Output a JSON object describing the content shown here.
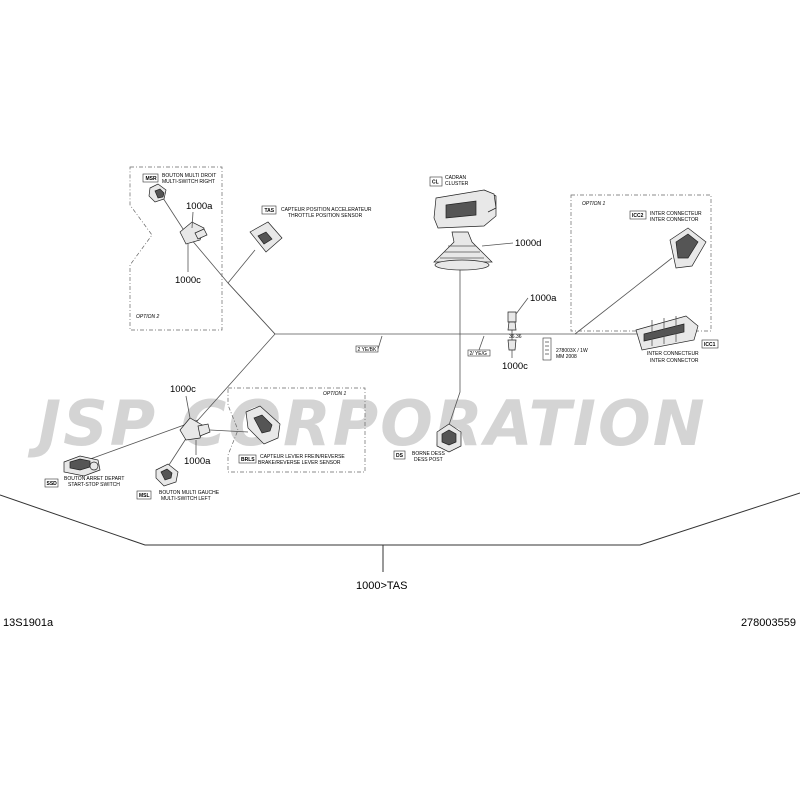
{
  "watermark": "JSP CORPORATION",
  "figure_code": "13S1901a",
  "part_number": "278003559",
  "assembly_label": "1000>TAS",
  "options": {
    "option2": "OPTION 2",
    "option1_top": "OPTION 1",
    "option1_mid": "OPTION 1"
  },
  "components": {
    "msr": {
      "code": "MSR",
      "fr": "BOUTON MULTI DROIT",
      "en": "MULTI-SWITCH RIGHT"
    },
    "tas": {
      "code": "TAS",
      "fr": "CAPTEUR POSITION ACCELERATEUR",
      "en": "THROTTLE POSITION SENSOR"
    },
    "cl": {
      "code": "CL",
      "fr": "CADRAN",
      "en": "CLUSTER"
    },
    "icc2": {
      "code": "ICC2",
      "fr": "INTER CONNECTEUR",
      "en": "INTER CONNECTOR"
    },
    "icc1": {
      "code": "ICC1",
      "fr": "INTER CONNECTEUR",
      "en": "INTER CONNECTOR"
    },
    "brls": {
      "code": "BRLS",
      "fr": "CAPTEUR LEVIER FREIN/REVERSE",
      "en": "BRAKE/REVERSE LEVER SENSOR"
    },
    "ds": {
      "code": "DS",
      "fr": "BORNE DESS",
      "en": "DESS POST"
    },
    "ssd": {
      "code": "SSD",
      "fr": "BOUTON ARRET DEPART",
      "en": "START-STOP SWITCH"
    },
    "msl": {
      "code": "MSL",
      "fr": "BOUTON MULTI GAUCHE",
      "en": "MULTI-SWITCH LEFT"
    }
  },
  "callouts": {
    "c1": "1000a",
    "c2": "1000c",
    "c3": "1000d",
    "c4": "1000a",
    "c5": "1000c",
    "c6": "1000c",
    "c7": "1000a"
  },
  "wire_labels": {
    "w1": "2 YE/BK",
    "w2": "2/ YE/G",
    "w3": "278003X / 1W",
    "w4": "MM 2008"
  }
}
